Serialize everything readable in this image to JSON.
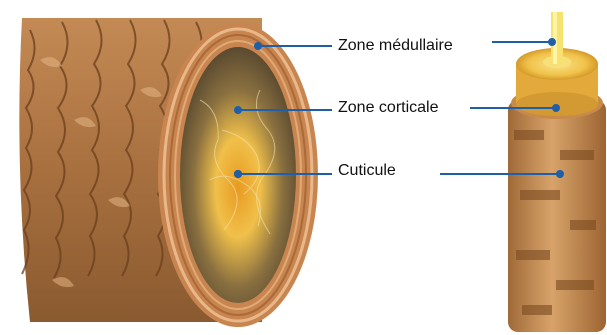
{
  "labels": {
    "medullaire": "Zone médullaire",
    "corticale": "Zone corticale",
    "cuticule": "Cuticule"
  },
  "colors": {
    "pointer": "#1f5fa8",
    "cuticle_dark": "#7a4a24",
    "cuticle_mid": "#b07844",
    "cuticle_light": "#d9a878",
    "cortex": "#e2b045",
    "medulla": "#f3dc6a"
  }
}
